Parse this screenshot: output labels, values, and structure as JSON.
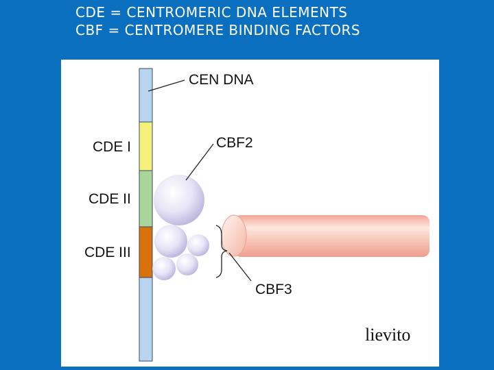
{
  "header": {
    "line1": "CDE = CENTROMERIC DNA ELEMENTS",
    "line2": "CBF = CENTROMERE BINDING FACTORS"
  },
  "diagram": {
    "labels": {
      "cen_dna": "CEN DNA",
      "cde1": "CDE I",
      "cde2": "CDE II",
      "cde3": "CDE III",
      "cbf2": "CBF2",
      "cbf3": "CBF3"
    },
    "caption": "lievito",
    "colors": {
      "dna": "#b8d4f0",
      "cde1": "#f5f07a",
      "cde2": "#a9d59a",
      "cde3": "#d9710c",
      "protein": "#e6e2f5",
      "microtubule": "#f7c9bb"
    }
  }
}
